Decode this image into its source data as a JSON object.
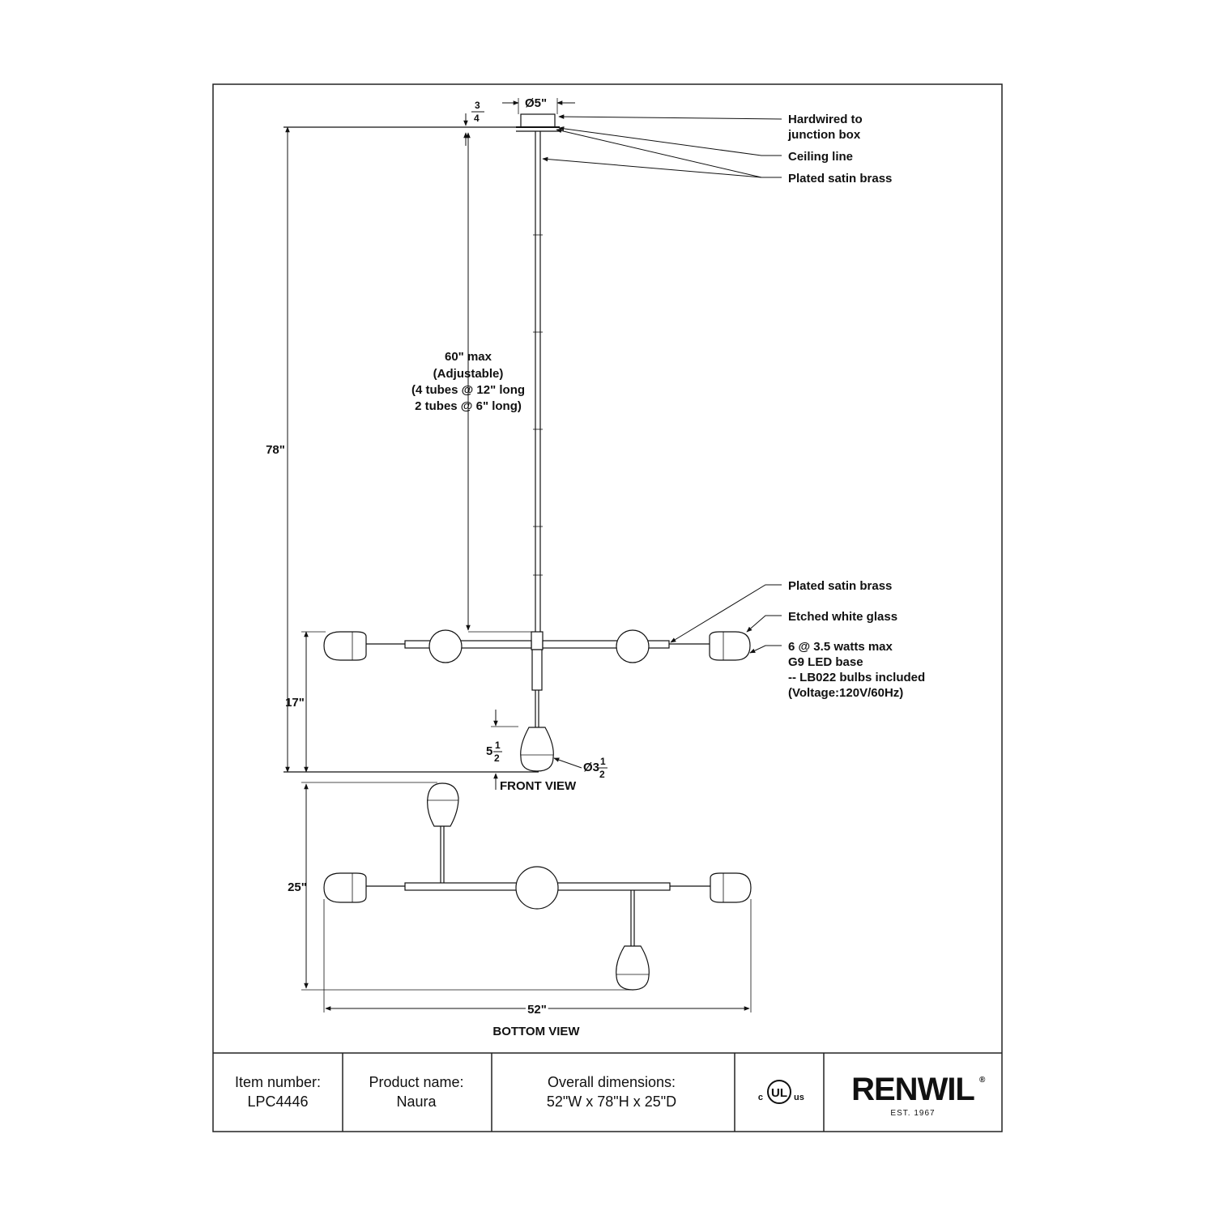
{
  "callouts": {
    "hardwired_1": "Hardwired to",
    "hardwired_2": "junction box",
    "ceiling_line": "Ceiling line",
    "plated_top": "Plated satin brass",
    "plated_arm": "Plated satin brass",
    "glass": "Etched white glass",
    "spec_1": "6 @ 3.5 watts max",
    "spec_2": "G9 LED base",
    "spec_3": "-- LB022 bulbs included",
    "spec_4": "(Voltage:120V/60Hz)"
  },
  "dimensions": {
    "canopy_dia": "Ø5\"",
    "canopy_h_num": "3",
    "canopy_h_den": "4",
    "overall_h": "78\"",
    "stem_1": "60\" max",
    "stem_2": "(Adjustable)",
    "stem_3": "(4 tubes @ 12\" long",
    "stem_4": "2 tubes @ 6\" long)",
    "body_h": "17\"",
    "shade_h_whole": "5",
    "shade_h_num": "1",
    "shade_h_den": "2",
    "shade_dia_whole": "Ø3",
    "shade_dia_num": "1",
    "shade_dia_den": "2",
    "depth": "25\"",
    "width": "52\""
  },
  "views": {
    "front": "FRONT VIEW",
    "bottom": "BOTTOM VIEW"
  },
  "title_block": {
    "item_label": "Item number:",
    "item_value": "LPC4446",
    "product_label": "Product name:",
    "product_value": "Naura",
    "dims_label": "Overall dimensions:",
    "dims_value": "52\"W x 78\"H x 25\"D",
    "cert_c": "c",
    "cert_ul": "UL",
    "cert_us": "us",
    "brand": "RENWIL",
    "brand_mark": "®",
    "established": "EST. 1967"
  }
}
